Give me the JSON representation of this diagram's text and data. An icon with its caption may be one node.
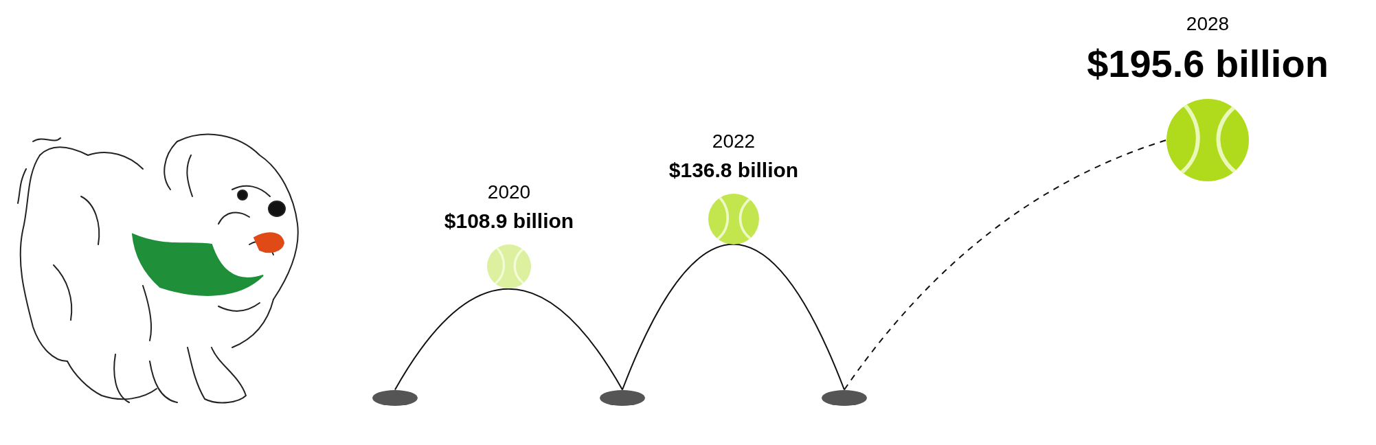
{
  "diagram": {
    "nodes": [
      {
        "text": [],
        "shape": "ellipse"
      },
      {
        "text": [],
        "shape": "circle",
        "beside": [
          "2020",
          "$108.9 billion"
        ]
      },
      {
        "text": [],
        "shape": "ellipse"
      },
      {
        "text": [],
        "shape": "circle",
        "beside": [
          "2022",
          "$136.8 billion"
        ]
      },
      {
        "text": [],
        "shape": "ellipse"
      },
      {
        "text": [],
        "shape": "circle",
        "beside": [
          "2028",
          "$195.6 billion"
        ]
      }
    ],
    "edges": [
      {
        "from": 0,
        "to": 2,
        "arrow": "none"
      },
      {
        "from": 2,
        "to": 4,
        "arrow": "none"
      },
      {
        "from": 4,
        "to": 5,
        "arrow": "none",
        "style": "dashed"
      }
    ]
  }
}
